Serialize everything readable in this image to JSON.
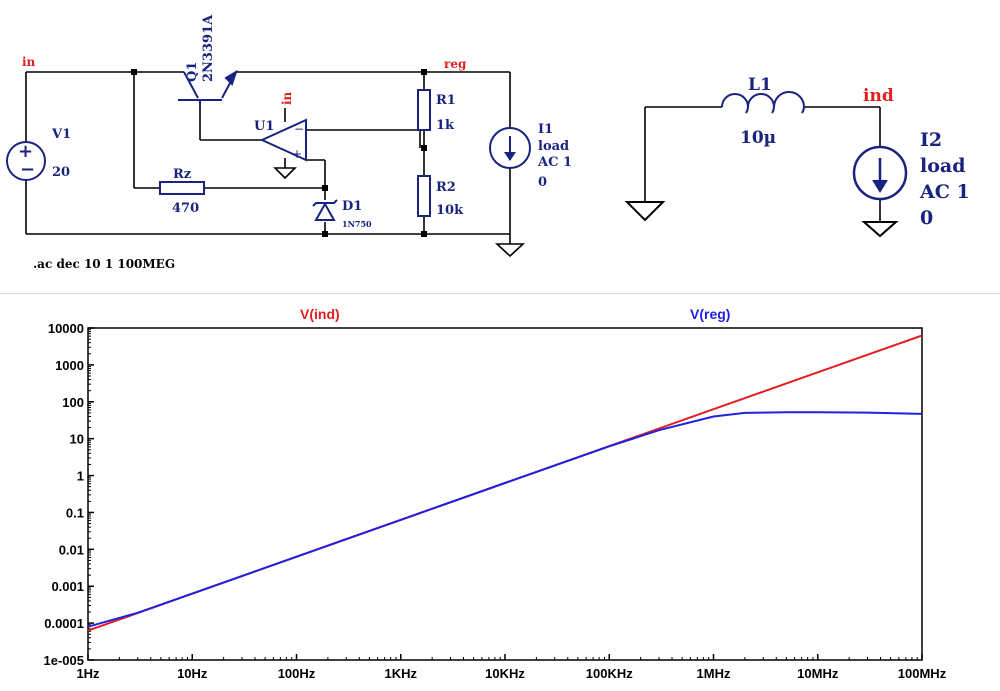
{
  "schematic1": {
    "nets": {
      "in": "in",
      "reg": "reg",
      "u1_in": "in"
    },
    "q1": {
      "name": "Q1",
      "part": "2N3391A"
    },
    "v1": {
      "name": "V1",
      "value": "20"
    },
    "u1": {
      "name": "U1"
    },
    "rz": {
      "name": "Rz",
      "value": "470"
    },
    "d1": {
      "name": "D1",
      "part": "1N750"
    },
    "r1": {
      "name": "R1",
      "value": "1k"
    },
    "r2": {
      "name": "R2",
      "value": "10k"
    },
    "i1": {
      "name": "I1",
      "line1": "load",
      "line2": "AC 1",
      "line3": "0"
    },
    "directive": ".ac dec 10 1 100MEG"
  },
  "schematic2": {
    "l1": {
      "name": "L1",
      "value": "10µ"
    },
    "net": "ind",
    "i2": {
      "name": "I2",
      "line1": "load",
      "line2": "AC 1",
      "line3": "0"
    }
  },
  "colors": {
    "red": "#e02020",
    "blue": "#2020e0",
    "ink": "#1a237e",
    "wire": "#000000"
  },
  "chart_data": {
    "type": "line",
    "xscale": "log",
    "yscale": "log",
    "xlim": [
      1,
      100000000
    ],
    "ylim": [
      1e-05,
      10000
    ],
    "x_tick_labels": [
      "1Hz",
      "10Hz",
      "100Hz",
      "1KHz",
      "10KHz",
      "100KHz",
      "1MHz",
      "10MHz",
      "100MHz"
    ],
    "y_tick_labels": [
      "10000",
      "1000",
      "100",
      "10",
      "1",
      "0.1",
      "0.01",
      "0.001",
      "0.0001",
      "1e-005"
    ],
    "series": [
      {
        "name": "V(ind)",
        "color": "#e02020",
        "x": [
          1,
          10,
          100,
          1000,
          10000,
          100000,
          1000000,
          10000000,
          100000000
        ],
        "y": [
          6.28e-05,
          0.000628,
          0.00628,
          0.0628,
          0.628,
          6.28,
          62.8,
          628,
          6280
        ]
      },
      {
        "name": "V(reg)",
        "color": "#2020e0",
        "x": [
          1,
          3,
          10,
          100,
          1000,
          10000,
          100000,
          300000,
          1000000,
          2000000,
          5000000,
          10000000,
          30000000,
          100000000
        ],
        "y": [
          8e-05,
          0.00019,
          0.00063,
          0.0063,
          0.063,
          0.63,
          6.2,
          17,
          40,
          50,
          52,
          52,
          51,
          47
        ]
      }
    ]
  }
}
